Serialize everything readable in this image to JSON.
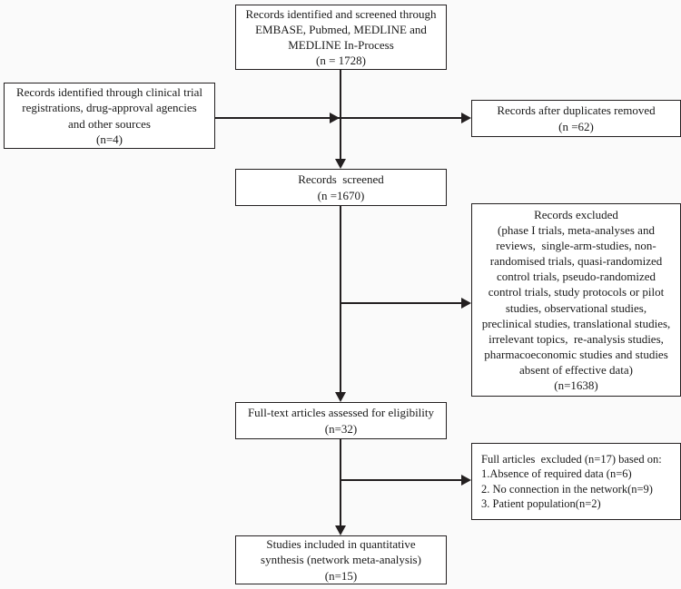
{
  "diagram": {
    "title": "PRISMA study selection flow diagram",
    "background_color": "#fafafa",
    "box_border_color": "#231f20",
    "box_fill_color": "#ffffff",
    "connector_color": "#231f20"
  },
  "boxes": {
    "identified_screened": {
      "name": "records-identified-and-screened",
      "lines": [
        "Records identified and screened through",
        "EMBASE, Pubmed, MEDLINE and",
        "MEDLINE In-Process",
        "(n = 1728)"
      ],
      "count": 1728
    },
    "other_sources": {
      "name": "records-identified-other-sources",
      "lines": [
        "Records identified through clinical trial",
        "registrations, drug-approval agencies",
        "and other sources",
        "(n=4)"
      ],
      "count": 4
    },
    "duplicates_removed": {
      "name": "records-after-duplicates-removed",
      "lines": [
        "Records after duplicates removed",
        "(n =62)"
      ],
      "count": 62
    },
    "records_screened": {
      "name": "records-screened",
      "lines": [
        "Records  screened",
        "(n =1670)"
      ],
      "count": 1670
    },
    "records_excluded": {
      "name": "records-excluded",
      "lines": [
        "Records excluded",
        "(phase I trials, meta-analyses and",
        "reviews,  single-arm-studies, non-",
        "randomised trials, quasi-randomized",
        "control trials, pseudo-randomized",
        "control trials, study protocols or pilot",
        "studies, observational studies,",
        "preclinical studies, translational studies,",
        "irrelevant topics,  re-analysis studies,",
        "pharmacoeconomic studies and studies",
        "absent of effective data)",
        "(n=1638)"
      ],
      "count": 1638
    },
    "fulltext_assessed": {
      "name": "full-text-articles-assessed",
      "lines": [
        "Full-text articles assessed for eligibility",
        "(n=32)"
      ],
      "count": 32
    },
    "articles_excluded": {
      "name": "full-articles-excluded",
      "lines": [
        "Full articles  excluded (n=17) based on:",
        "1.Absence of required data (n=6)",
        "2. No connection in the network(n=9)",
        "3. Patient population(n=2)"
      ],
      "count": 17
    },
    "studies_included": {
      "name": "studies-included-in-synthesis",
      "lines": [
        "Studies included in quantitative",
        "synthesis (network meta-analysis)",
        "(n=15)"
      ],
      "count": 15
    }
  }
}
